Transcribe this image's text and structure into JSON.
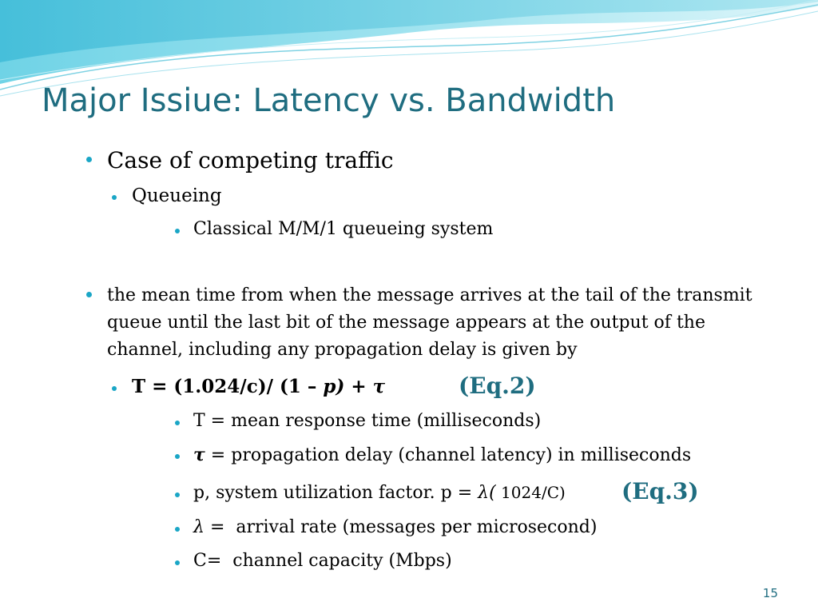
{
  "slide": {
    "title": "Major Issiue: Latency vs. Bandwidth",
    "page_number": "15",
    "accent_color": "#1f6d80",
    "bullet_color": "#1aa6c6"
  },
  "content": {
    "b1": "Case of competing traffic",
    "b1_1": "Queueing",
    "b1_1_1": "Classical M/M/1 queueing system",
    "b2": "the mean time from when the message arrives at the tail of the transmit queue until the last bit of the message appears at the output of the channel, including any propagation delay is given by",
    "formula": {
      "part1": "T = (1.024/c)/ (1 – ",
      "p": "p",
      "part2": ") + ",
      "tau": "τ",
      "eq_label": "(Eq.2)"
    },
    "def_t": "T = mean response time (milliseconds)",
    "def_tau_symbol": "τ",
    "def_tau_text": " = propagation delay (channel latency) in milliseconds",
    "def_p_text": "p, system utilization factor. p = ",
    "def_p_lambda": "λ(",
    "def_p_rest": " 1024/C)",
    "def_p_eq_label": "(Eq.3)",
    "def_lambda_symbol": "λ",
    "def_lambda_text": " =  arrival rate (messages per microsecond)",
    "def_c": "C=  channel capacity (Mbps)"
  }
}
